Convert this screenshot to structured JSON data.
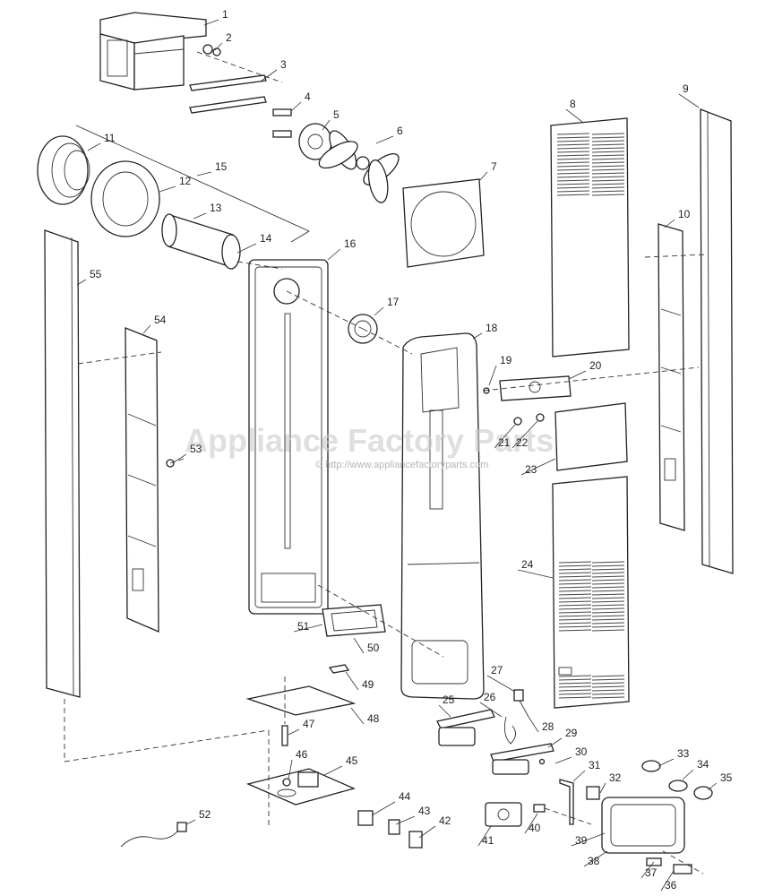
{
  "diagram": {
    "watermark": "Appliance Factory Parts",
    "copyright": "© http://www.appliancefactoryparts.com",
    "parts": [
      {
        "label": "1"
      },
      {
        "label": "2"
      },
      {
        "label": "3"
      },
      {
        "label": "4"
      },
      {
        "label": "5"
      },
      {
        "label": "6"
      },
      {
        "label": "7"
      },
      {
        "label": "8"
      },
      {
        "label": "9"
      },
      {
        "label": "10"
      },
      {
        "label": "11"
      },
      {
        "label": "12"
      },
      {
        "label": "13"
      },
      {
        "label": "14"
      },
      {
        "label": "15"
      },
      {
        "label": "16"
      },
      {
        "label": "17"
      },
      {
        "label": "18"
      },
      {
        "label": "19"
      },
      {
        "label": "20"
      },
      {
        "label": "21"
      },
      {
        "label": "22"
      },
      {
        "label": "23"
      },
      {
        "label": "24"
      },
      {
        "label": "25"
      },
      {
        "label": "26"
      },
      {
        "label": "27"
      },
      {
        "label": "28"
      },
      {
        "label": "29"
      },
      {
        "label": "30"
      },
      {
        "label": "31"
      },
      {
        "label": "32"
      },
      {
        "label": "33"
      },
      {
        "label": "34"
      },
      {
        "label": "35"
      },
      {
        "label": "36"
      },
      {
        "label": "37"
      },
      {
        "label": "38"
      },
      {
        "label": "39"
      },
      {
        "label": "40"
      },
      {
        "label": "41"
      },
      {
        "label": "42"
      },
      {
        "label": "43"
      },
      {
        "label": "44"
      },
      {
        "label": "45"
      },
      {
        "label": "46"
      },
      {
        "label": "47"
      },
      {
        "label": "48"
      },
      {
        "label": "49"
      },
      {
        "label": "50"
      },
      {
        "label": "51"
      },
      {
        "label": "52"
      },
      {
        "label": "53"
      },
      {
        "label": "54"
      },
      {
        "label": "55"
      }
    ]
  }
}
